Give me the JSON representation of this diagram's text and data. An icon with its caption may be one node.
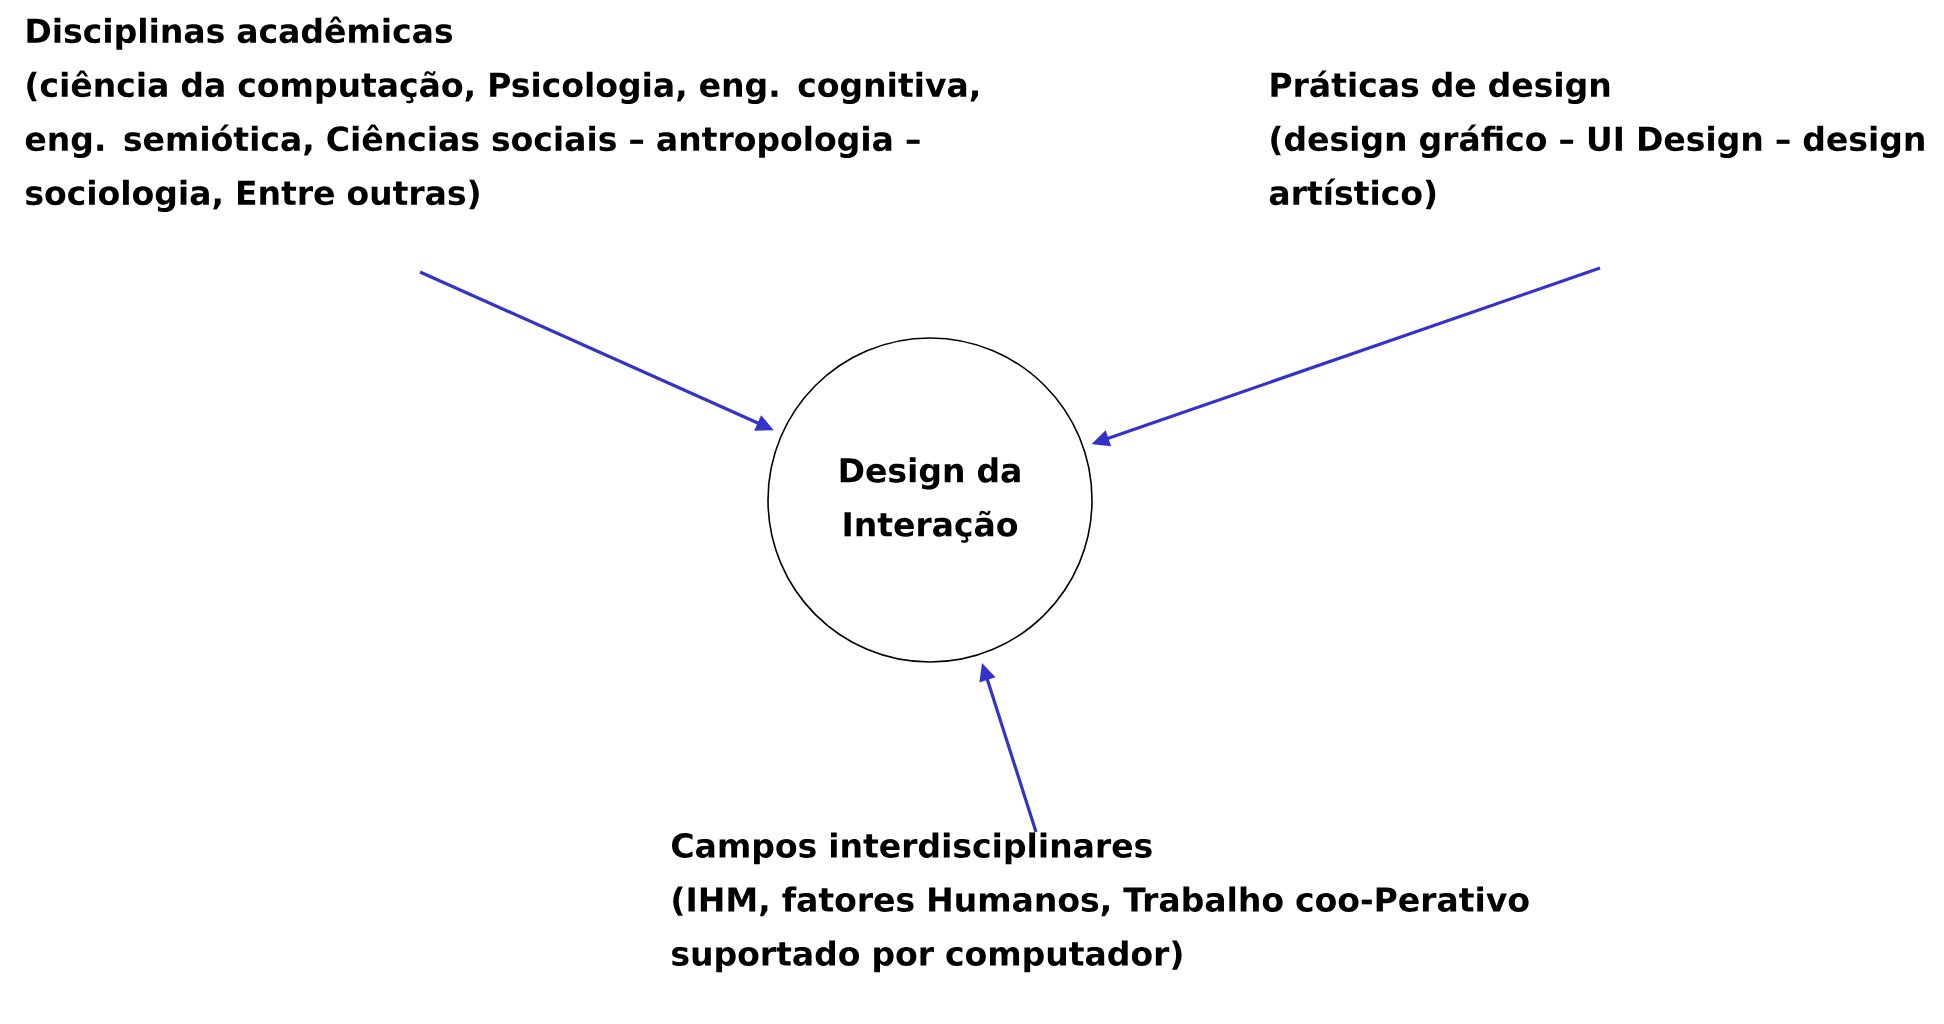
{
  "diagram": {
    "nodes": [
      {
        "text": [
          "Design da Interação"
        ]
      },
      {
        "text": [
          "Disciplinas acadêmicas",
          "(ciência da computação, Psicologia, eng. cognitiva, eng. semiótica, Ciências sociais – antropologia – sociologia, Entre outras)"
        ]
      },
      {
        "text": [
          "Práticas de design",
          "(design gráfico – UI Design – design artístico)"
        ]
      },
      {
        "text": [
          "Campos interdisciplinares",
          "(IHM, fatores Humanos, Trabalho coo-Perativo suportado por computador)"
        ]
      }
    ],
    "edges": [
      {
        "from": 1,
        "to": 0,
        "arrow": "to"
      },
      {
        "from": 2,
        "to": 0,
        "arrow": "to"
      },
      {
        "from": 3,
        "to": 0,
        "arrow": "to"
      }
    ]
  }
}
